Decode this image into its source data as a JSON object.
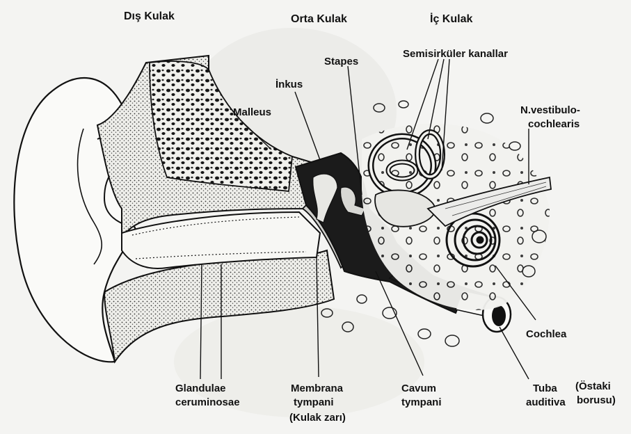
{
  "headers": {
    "outer": "Dış Kulak",
    "middle": "Orta Kulak",
    "inner": "İç Kulak"
  },
  "labels": {
    "stapes": "Stapes",
    "semicircular": "Semisirküler kanallar",
    "incus": "İnkus",
    "malleus": "Malleus",
    "nerve_l1": "N.vestibulo-",
    "nerve_l2": "cochlearis",
    "cochlea": "Cochlea",
    "glandulae_l1": "Glandulae",
    "glandulae_l2": "ceruminosae",
    "membrana_l1": "Membrana",
    "membrana_l2": "tympani",
    "membrana_l3": "(Kulak zarı)",
    "cavum_l1": "Cavum",
    "cavum_l2": "tympani",
    "tuba_l1": "Tuba",
    "tuba_l2": "auditiva",
    "ostaki_l1": "(Östaki",
    "ostaki_l2": "borusu)"
  },
  "colors": {
    "ink": "#111111",
    "paper": "#f4f4f2",
    "bone": "#d9d9d6",
    "dark": "#1b1b1b"
  }
}
